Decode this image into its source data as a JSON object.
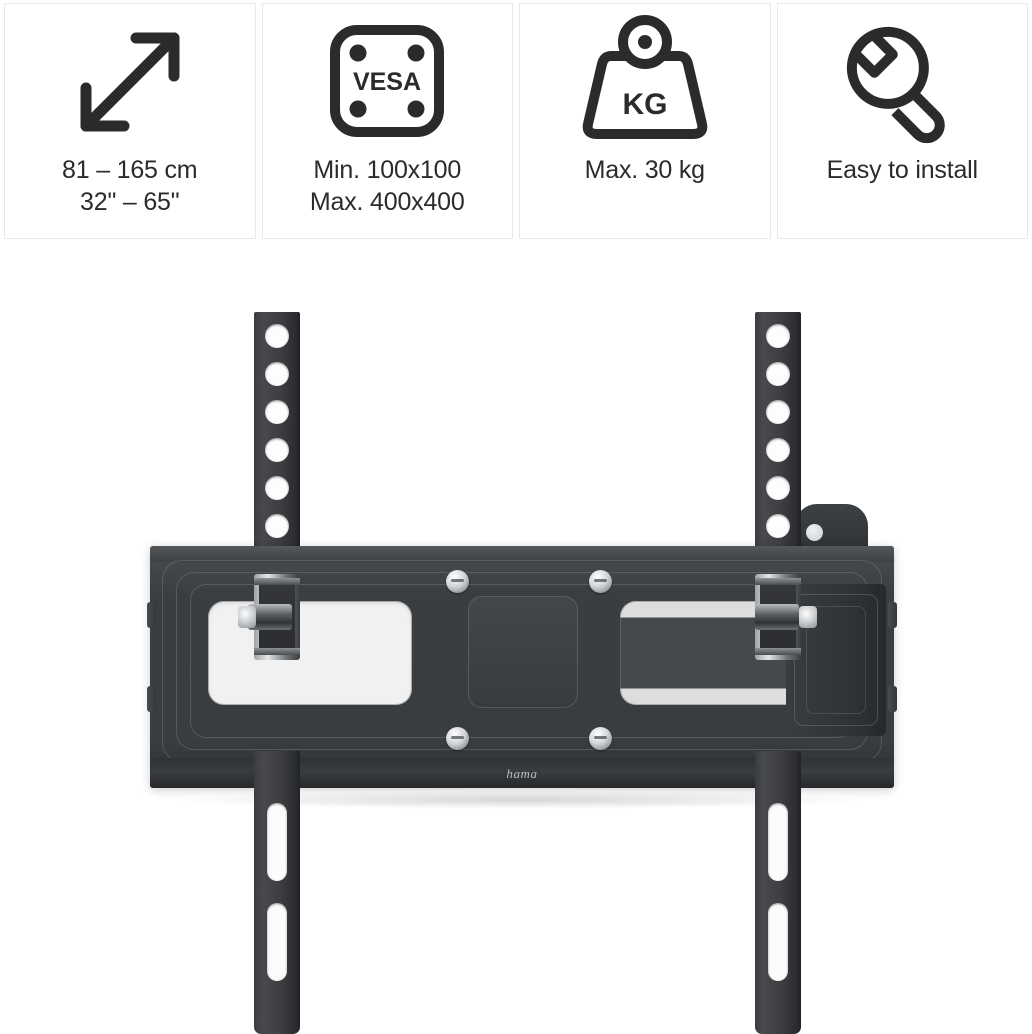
{
  "badges": [
    {
      "icon": "diagonal-arrow-icon",
      "line1": "81 – 165 cm",
      "line2": "32\" – 65\""
    },
    {
      "icon": "vesa-plate-icon",
      "icon_label": "VESA",
      "line1": "Min. 100x100",
      "line2": "Max. 400x400"
    },
    {
      "icon": "weight-kg-icon",
      "icon_label": "KG",
      "line1": "Max. 30 kg",
      "line2": ""
    },
    {
      "icon": "wrench-icon",
      "line1": "Easy to install",
      "line2": ""
    }
  ],
  "product": {
    "name": "tv-wall-mount",
    "brand": "hama",
    "colors": {
      "body": "#3a3d40",
      "body_light": "#55585b",
      "body_dark": "#25272a",
      "chrome": "#d3d6d9",
      "background": "#ffffff",
      "badge_border": "#e9e9e9",
      "text": "#2b2b2b"
    },
    "arm_holes": 7,
    "arm_dark_holes": 2,
    "arm_slots": 2,
    "plate_bolts": 4
  }
}
